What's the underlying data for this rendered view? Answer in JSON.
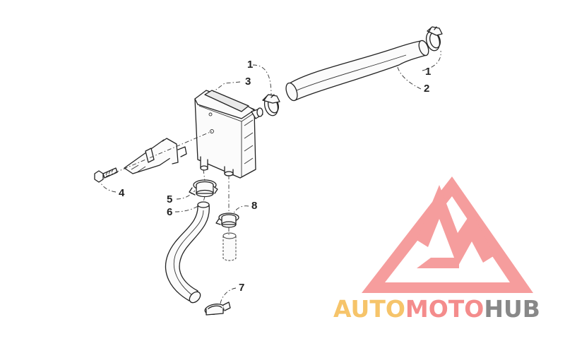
{
  "callouts": [
    {
      "id": "c1a",
      "label": "1"
    },
    {
      "id": "c3",
      "label": "3"
    },
    {
      "id": "c1b",
      "label": "1"
    },
    {
      "id": "c2",
      "label": "2"
    },
    {
      "id": "c4",
      "label": "4"
    },
    {
      "id": "c5",
      "label": "5"
    },
    {
      "id": "c6",
      "label": "6"
    },
    {
      "id": "c8",
      "label": "8"
    },
    {
      "id": "c7",
      "label": "7"
    }
  ],
  "watermark": {
    "part1": "AUTO",
    "part2": "MOTO",
    "part3": "HUB",
    "color_logo": "#f48c8c",
    "color_part1": "#f6c46a",
    "color_part2": "#f48c8c",
    "color_part3": "#888888"
  }
}
